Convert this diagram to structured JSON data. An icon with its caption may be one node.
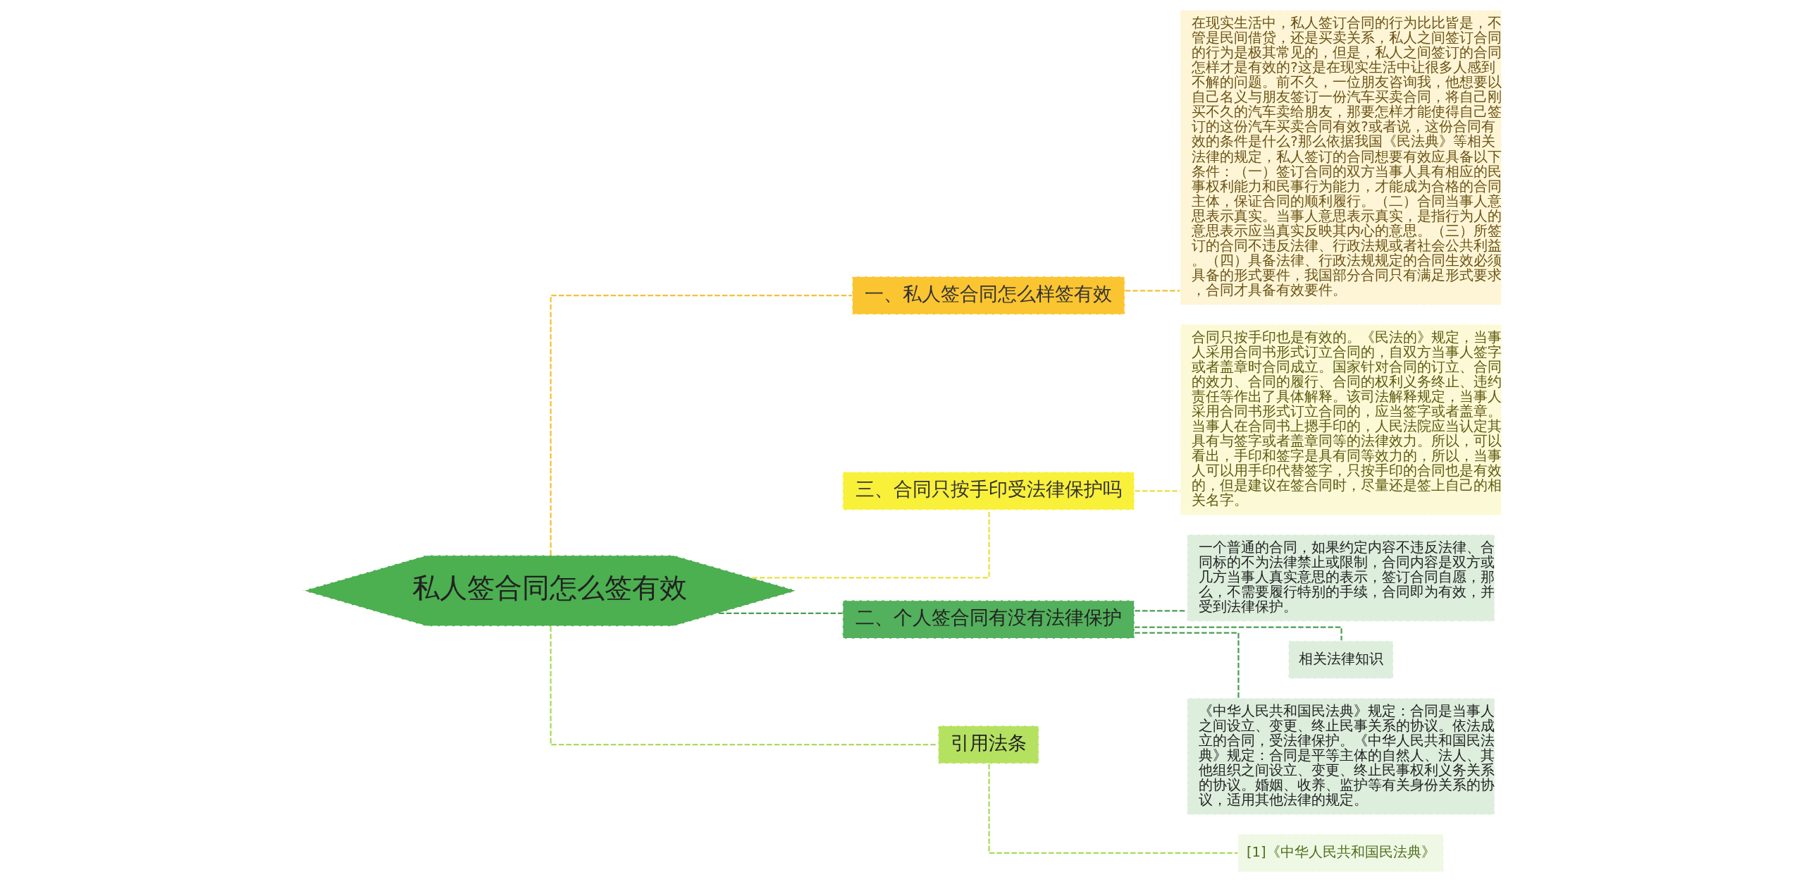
{
  "diagram": {
    "nodes": [
      {
        "text": [
          "私人签合同怎么签有效"
        ]
      },
      {
        "text": [
          "一、私人签合同怎么样签有效"
        ]
      },
      {
        "text": [
          "在现实生活中，私人签订合同的行为比比皆是，不管是民间借贷，还是买卖关系，私人之间签订合同的行为是极其常见的，但是，私人之间签订的合同怎样才是有效的?这是在现实生活中让很多人感到不解的问题。前不久，一位朋友咨询我，他想要以自己名义与朋友签订一份汽车买卖合同，将自己刚买不久的汽车卖给朋友，那要怎样才能使得自己签订的这份汽车买卖合同有效?或者说，这份合同有效的条件是什么?那么依据我国《民法典》等相关法律的规定，私人签订的合同想要有效应具备以下条件：（一）签订合同的双方当事人具有相应的民事权利能力和民事行为能力，才能成为合格的合同主体，保证合同的顺利履行。（二）合同当事人意思表示真实。当事人意思表示真实，是指行为人的意思表示应当真实反映其内心的意思。（三）所签订的合同不违反法律、行政法规或者社会公共利益。（四）具备法律、行政法规规定的合同生效必须具备的形式要件，我国部分合同只有满足形式要求，合同才具备有效要件。"
        ]
      },
      {
        "text": [
          "三、合同只按手印受法律保护吗"
        ]
      },
      {
        "text": [
          "合同只按手印也是有效的。《民法的》规定，当事人采用合同书形式订立合同的，自双方当事人签字或者盖章时合同成立。国家针对合同的订立、合同的效力、合同的履行、合同的权利义务终止、违约责任等作出了具体解释。该司法解释规定，当事人采用合同书形式订立合同的，应当签字或者盖章。当事人在合同书上摁手印的，人民法院应当认定其具有与签字或者盖章同等的法律效力。所以，可以看出，手印和签字是具有同等效力的，所以，当事人可以用手印代替签字，只按手印的合同也是有效的，但是建议在签合同时，尽量还是签上自己的相关名字。"
        ]
      },
      {
        "text": [
          "二、个人签合同有没有法律保护"
        ]
      },
      {
        "text": [
          "一个普通的合同，如果约定内容不违反法律、合同标的不为法律禁止或限制，合同内容是双方或几方当事人真实意思的表示，签订合同自愿，那么，不需要履行特别的手续，合同即为有效，并受到法律保护。"
        ]
      },
      {
        "text": [
          "相关法律知识"
        ]
      },
      {
        "text": [
          "《中华人民共和国民法典》规定：合同是当事人之间设立、变更、终止民事关系的协议。依法成立的合同，受法律保护。《中华人民共和国民法典》规定：合同是平等主体的自然人、法人、其他组织之间设立、变更、终止民事权利义务关系的协议。婚姻、收养、监护等有关身份关系的协议，适用其他法律的规定。"
        ]
      },
      {
        "text": [
          "引用法条"
        ]
      },
      {
        "text": [
          "[1]《中华人民共和国民法典》"
        ]
      }
    ],
    "edges": [
      {
        "from": 0,
        "to": 1,
        "arrow": "none",
        "style": "dashed",
        "color": "#f2c230"
      },
      {
        "from": 1,
        "to": 2,
        "arrow": "none",
        "style": "dashed",
        "color": "#f2c230"
      },
      {
        "from": 0,
        "to": 3,
        "arrow": "none",
        "style": "dashed",
        "color": "#e8e040"
      },
      {
        "from": 3,
        "to": 4,
        "arrow": "none",
        "style": "dashed",
        "color": "#e8e040"
      },
      {
        "from": 0,
        "to": 5,
        "arrow": "none",
        "style": "dashed"
      },
      {
        "from": 5,
        "to": 6,
        "arrow": "none",
        "style": "dashed"
      },
      {
        "from": 5,
        "to": 7,
        "arrow": "none",
        "style": "dashed"
      },
      {
        "from": 5,
        "to": 8,
        "arrow": "none",
        "style": "dashed"
      },
      {
        "from": 0,
        "to": 9,
        "arrow": "none",
        "style": "dashed",
        "color": "#a8dc5a"
      },
      {
        "from": 9,
        "to": 10,
        "arrow": "none",
        "style": "dashed",
        "color": "#a8dc5a"
      }
    ]
  }
}
